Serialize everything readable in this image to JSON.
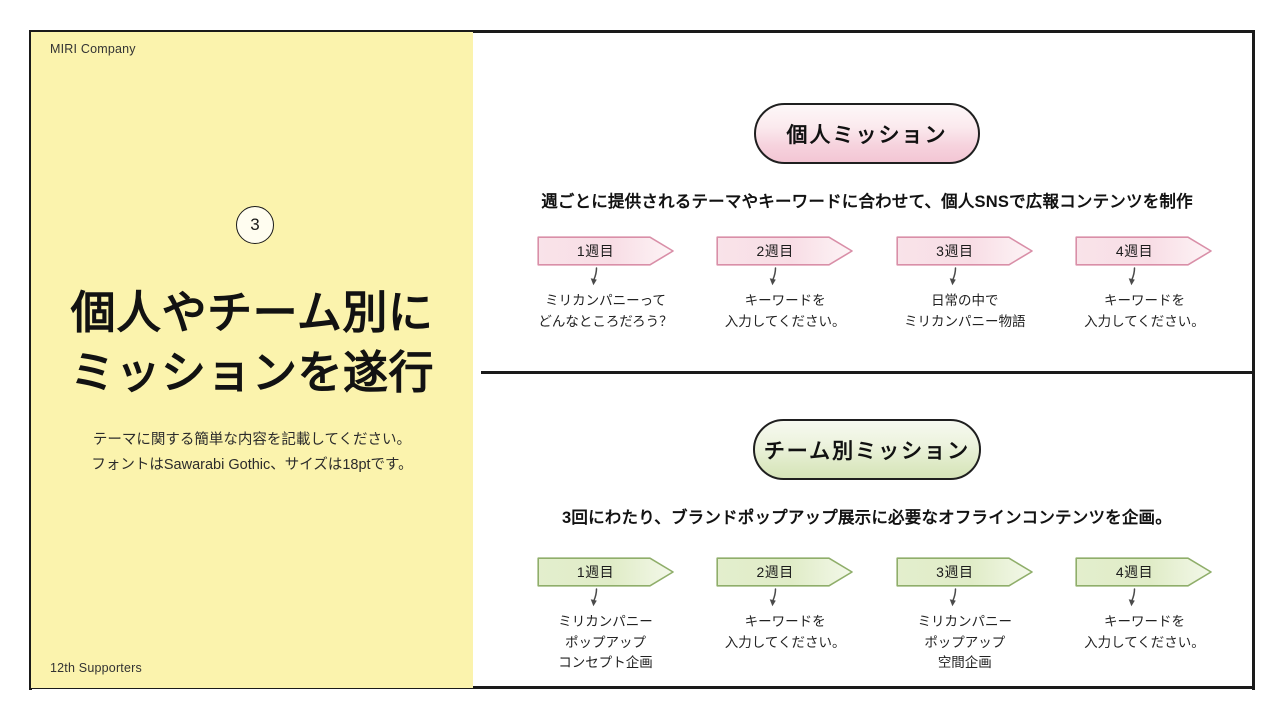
{
  "slide": {
    "brand_label": "MIRI Company",
    "footer_label": "12th Supporters",
    "step_number": "3",
    "title_lines": [
      "個人やチーム別に",
      "ミッションを遂行"
    ],
    "subtitle_lines": [
      "テーマに関する簡単な内容を記載してください。",
      "フォントはSawarabi Gothic、サイズは18ptです。"
    ],
    "panel_color": "#fbf3ad",
    "border_color": "#1a1a1a"
  },
  "sections": [
    {
      "pill_label": "個人ミッション",
      "accent": "#f3c6d4",
      "description": "週ごとに提供されるテーマやキーワードに合わせて、個人SNSで広報コンテンツを制作",
      "weeks": [
        {
          "label": "1週目",
          "lines": [
            "ミリカンパニーって",
            "どんなところだろう？"
          ]
        },
        {
          "label": "2週目",
          "lines": [
            "キーワードを",
            "入力してください。"
          ]
        },
        {
          "label": "3週目",
          "lines": [
            "日常の中で",
            "ミリカンパニー物語"
          ]
        },
        {
          "label": "4週目",
          "lines": [
            "キーワードを",
            "入力してください。"
          ]
        }
      ]
    },
    {
      "pill_label": "チーム別ミッション",
      "accent": "#d6e4b9",
      "description": "3回にわたり、ブランドポップアップ展示に必要なオフラインコンテンツを企画。",
      "weeks": [
        {
          "label": "1週目",
          "lines": [
            "ミリカンパニー",
            "ポップアップ",
            "コンセプト企画"
          ]
        },
        {
          "label": "2週目",
          "lines": [
            "キーワードを",
            "入力してください。"
          ]
        },
        {
          "label": "3週目",
          "lines": [
            "ミリカンパニー",
            "ポップアップ",
            "空間企画"
          ]
        },
        {
          "label": "4週目",
          "lines": [
            "キーワードを",
            "入力してください。"
          ]
        }
      ]
    }
  ],
  "icons": {
    "chevron_right": "chevron-banner-icon",
    "arrow_down": "arrow-down-icon"
  }
}
